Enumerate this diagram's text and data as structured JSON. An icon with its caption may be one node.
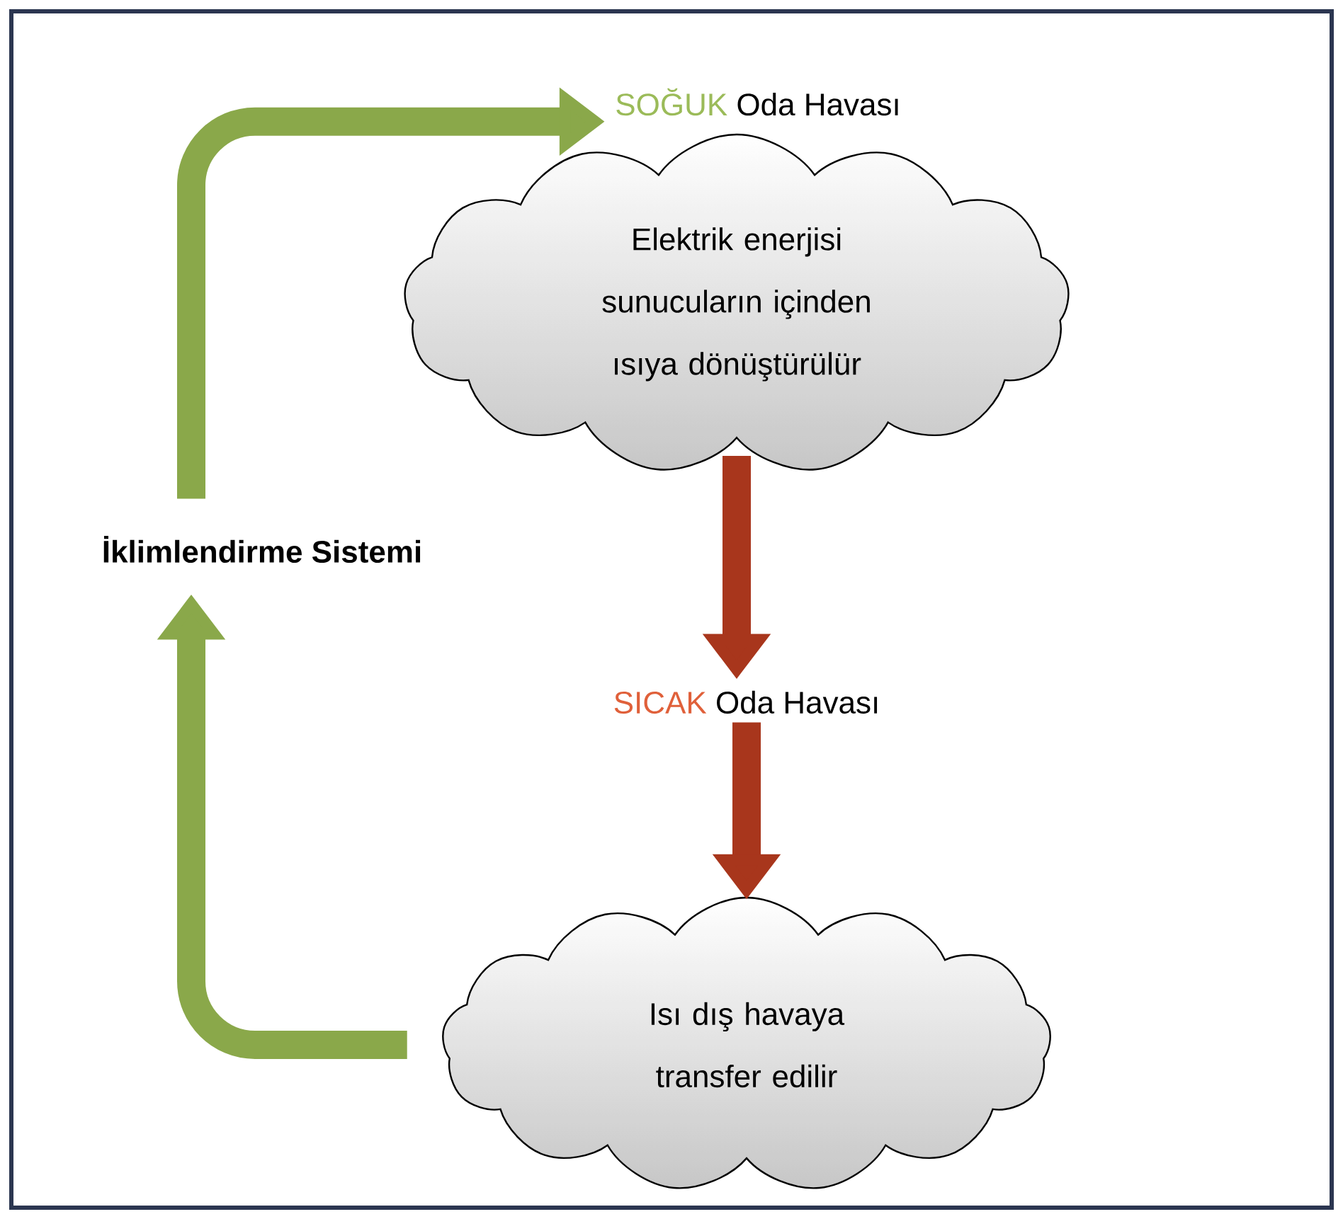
{
  "diagram": {
    "nodes": [
      {
        "text": [
          "SOĞUK",
          "Oda Havası"
        ]
      },
      {
        "text": [
          "Elektrik enerjisi sunucuların içinden ısıya dönüştürülür"
        ]
      },
      {
        "text": [
          "SICAK",
          "Oda Havası"
        ]
      },
      {
        "text": [
          "Isı dış havaya transfer edilir"
        ]
      },
      {
        "text": [
          "İklimlendirme Sistemi"
        ]
      }
    ],
    "edges": [
      {
        "from": 1,
        "to": 2,
        "arrow": "to",
        "color": "#a8361c"
      },
      {
        "from": 2,
        "to": 3,
        "arrow": "to",
        "color": "#a8361c"
      },
      {
        "from": 3,
        "to": 4,
        "arrow": "to",
        "color": "#8aa84a"
      },
      {
        "from": 4,
        "to": 0,
        "arrow": "to",
        "color": "#8aa84a"
      }
    ]
  }
}
